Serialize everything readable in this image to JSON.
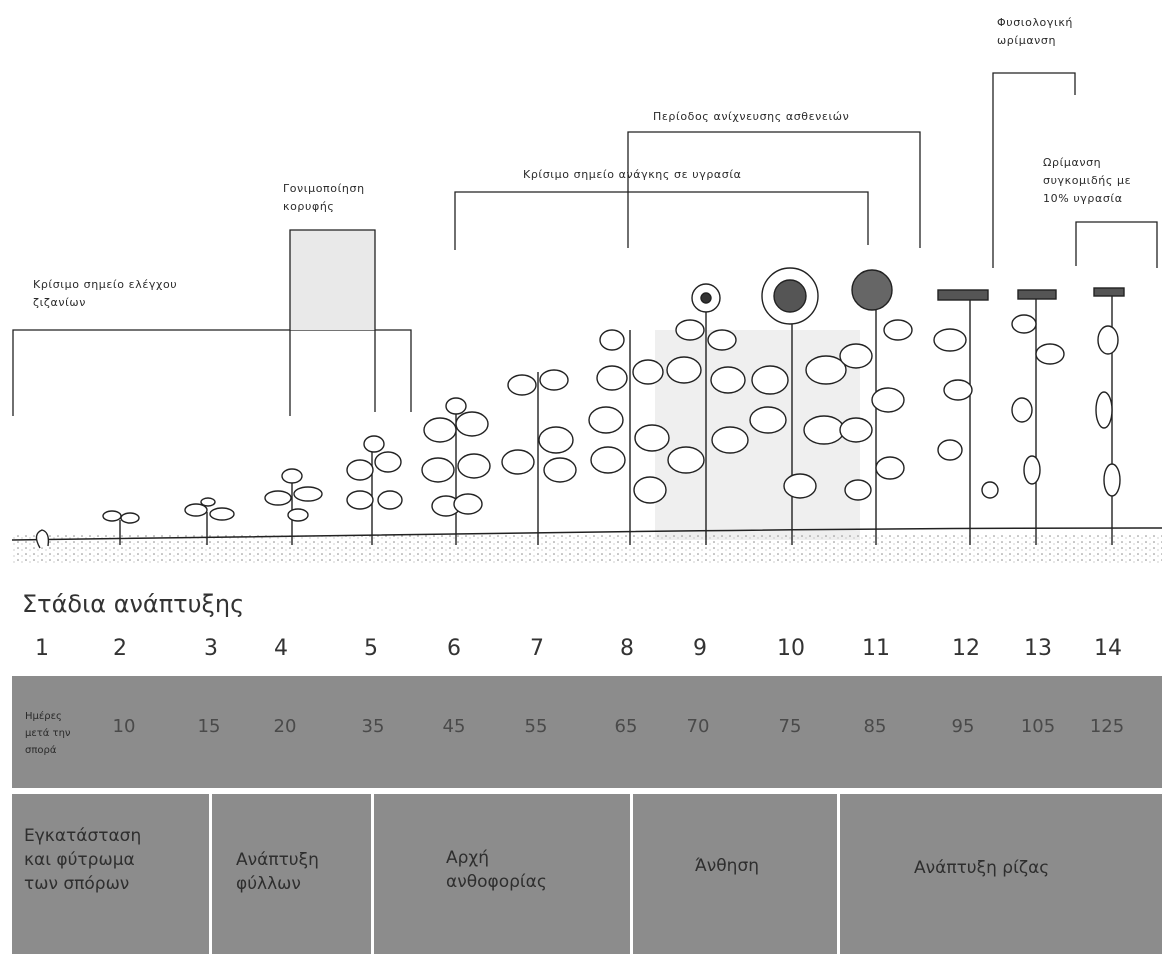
{
  "annotations": {
    "weed_control": "Κρίσιμο σημείο ελέγχου\nζιζανίων",
    "top_fertilization": "Γονιμοποίηση\nκορυφής",
    "disease_detection": "Περίοδος ανίχνευσης ασθενειών",
    "moisture_critical": "Κρίσιμο σημείο ανάγκης σε υγρασία",
    "physiological_maturity": "Φυσιολογική\nωρίμανση",
    "harvest_maturity": "Ωρίμανση\nσυγκομιδής με\n10% υγρασία"
  },
  "stages_title": "Στάδια ανάπτυξης",
  "stages": [
    "1",
    "2",
    "3",
    "4",
    "5",
    "6",
    "7",
    "8",
    "9",
    "10",
    "11",
    "12",
    "13",
    "14"
  ],
  "days_label": "Ημέρες\nμετά την\nσπορά",
  "days": [
    "10",
    "15",
    "20",
    "35",
    "45",
    "55",
    "65",
    "70",
    "75",
    "85",
    "95",
    "105",
    "125"
  ],
  "phases": [
    "Εγκατάσταση\nκαι φύτρωμα\nτων σπόρων",
    "Ανάπτυξη\nφύλλων",
    "Αρχή\nανθοφορίας",
    "Άνθηση",
    "Ανάπτυξη ρίζας"
  ],
  "colors": {
    "band": "#8c8c8c",
    "divider": "#ffffff",
    "line": "#222222"
  }
}
